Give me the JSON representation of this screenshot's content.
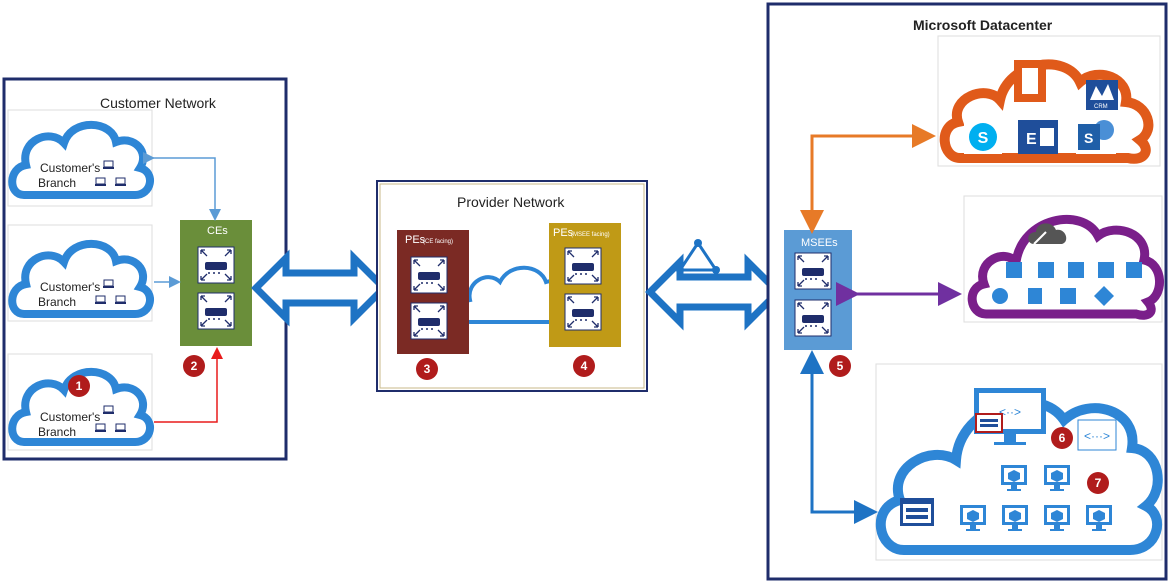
{
  "customer_network": {
    "title": "Customer Network",
    "branches": [
      {
        "label_line1": "Customer's",
        "label_line2": "Branch"
      },
      {
        "label_line1": "Customer's",
        "label_line2": "Branch"
      },
      {
        "label_line1": "Customer's",
        "label_line2": "Branch"
      }
    ],
    "ces_label": "CEs"
  },
  "provider_network": {
    "title": "Provider Network",
    "pe_ce": {
      "label": "PEs",
      "sub": "(CE facing)"
    },
    "pe_msee": {
      "label": "PEs",
      "sub": "(MSEE facing)"
    }
  },
  "datacenter": {
    "title": "Microsoft Datacenter",
    "msees_label": "MSEEs",
    "crm_label": "CRM"
  },
  "badges": [
    "1",
    "2",
    "3",
    "4",
    "5",
    "6",
    "7"
  ],
  "colors": {
    "cloud_blue": "#2e86d6",
    "border_navy": "#1f2d6b",
    "ce_green": "#6a8e3a",
    "pe_brown": "#7b2a24",
    "pe_gold": "#c09a16",
    "msee_blue": "#5b9bd5",
    "badge_red": "#b01c1c",
    "office_orange": "#e05a1a",
    "azure_purple": "#7a1f8a",
    "arrow_orange": "#e77a27",
    "arrow_purple": "#7030a0",
    "arrow_red": "#e81c1c",
    "arrow_blue": "#1e73c4"
  }
}
